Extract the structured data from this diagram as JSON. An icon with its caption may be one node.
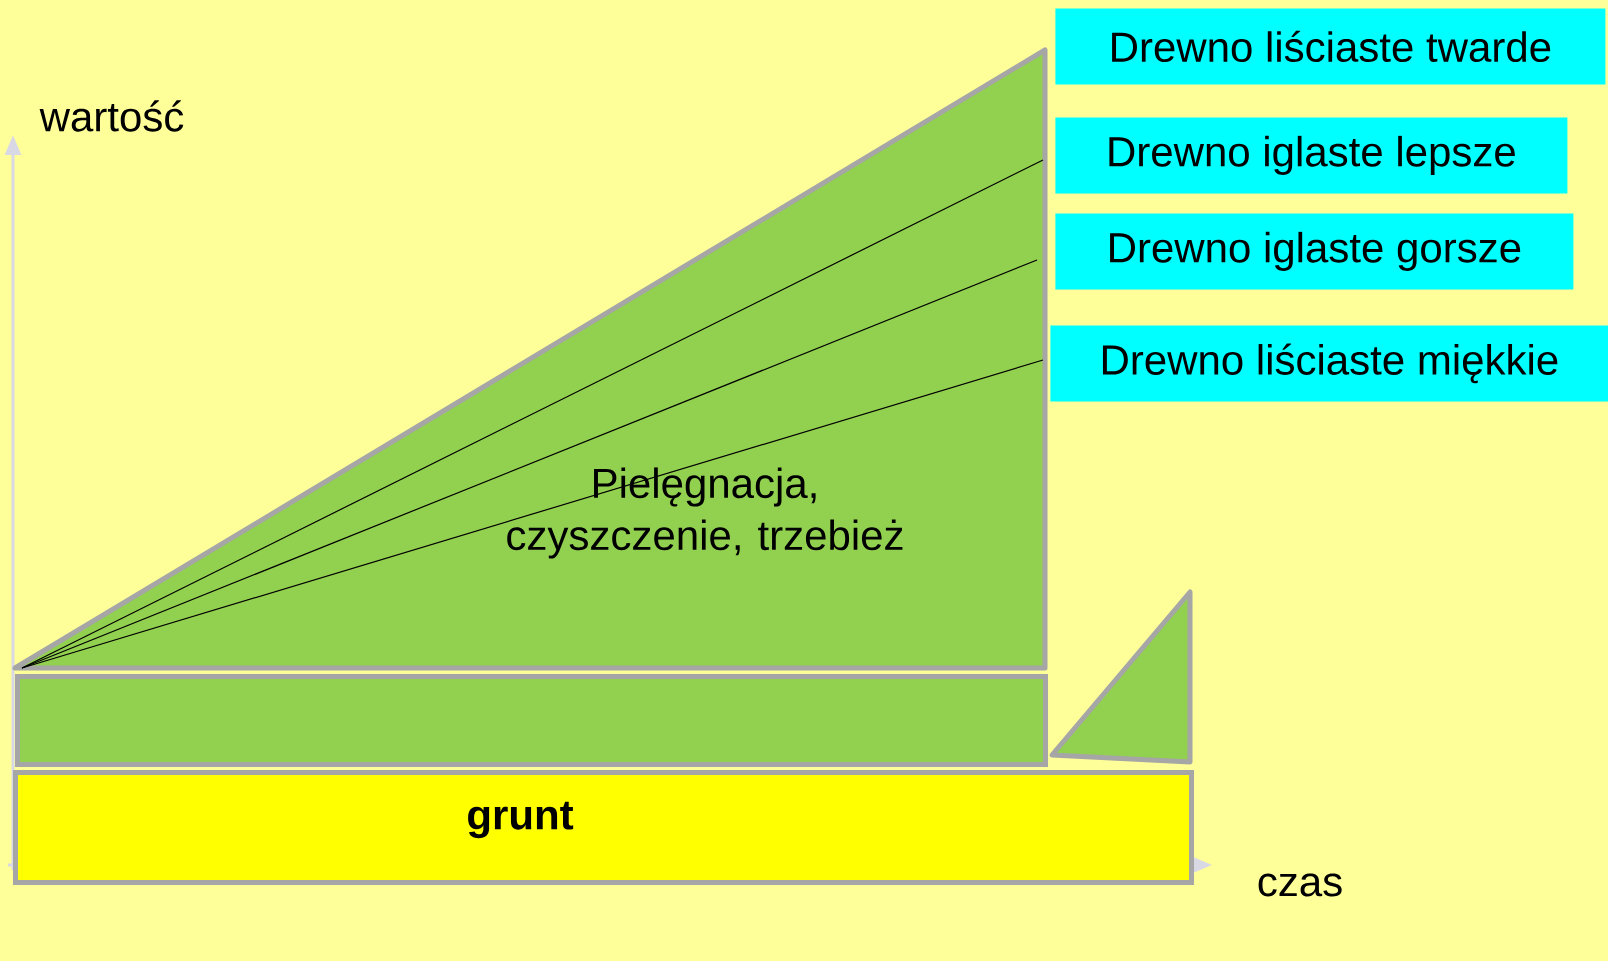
{
  "diagram": {
    "nodes": [
      {
        "text": [
          "Pielęgnacja, czyszczenie, trzebież"
        ]
      },
      {
        "text": [],
        "shape": "box"
      },
      {
        "text": [],
        "shape": "triangle"
      },
      {
        "text": [
          "grunt"
        ]
      },
      {
        "text": [
          "Drewno liściaste twarde"
        ]
      },
      {
        "text": [
          "Drewno iglaste lepsze"
        ]
      },
      {
        "text": [
          "Drewno iglaste gorsze"
        ]
      },
      {
        "text": [
          "Drewno liściaste miękkie"
        ]
      }
    ],
    "labels": [
      "wartość",
      "czas"
    ]
  }
}
